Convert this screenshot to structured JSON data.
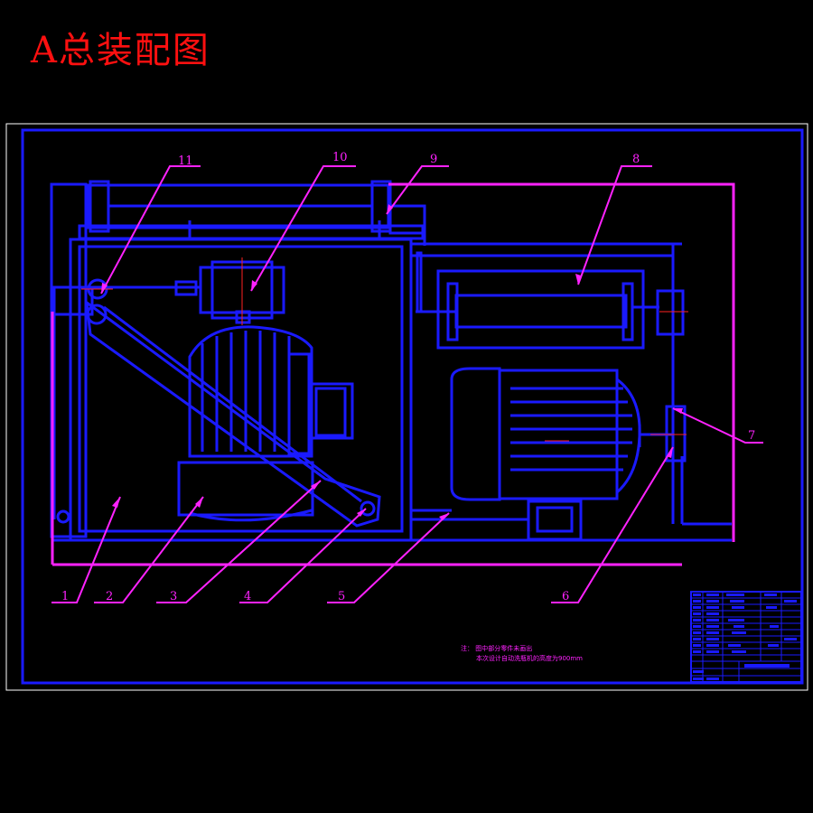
{
  "title": "A总装配图",
  "callouts": [
    "1",
    "2",
    "3",
    "4",
    "5",
    "6",
    "7",
    "8",
    "9",
    "10",
    "11"
  ],
  "note": {
    "line1": "注：  图中部分零件未画出",
    "line2": "本次设计自动洗瓶机的高度为900mm"
  },
  "colors": {
    "background": "#000000",
    "frame": "#ffffff",
    "drawing": "#1a1aff",
    "leader": "#ff22ff",
    "title": "#ff1010",
    "detail": "#ff2222"
  }
}
